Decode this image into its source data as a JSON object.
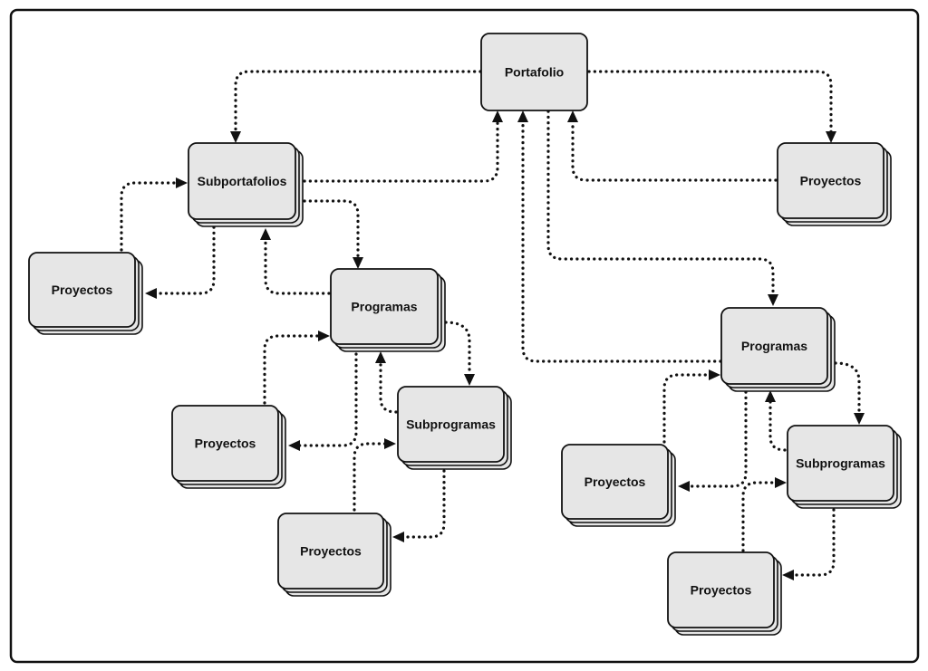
{
  "nodes": {
    "portafolio": "Portafolio",
    "subportafolios": "Subportafolios",
    "proyectos_top_right": "Proyectos",
    "proyectos_left": "Proyectos",
    "programas_left": "Programas",
    "proyectos_mid_left": "Proyectos",
    "subprogramas_left": "Subprogramas",
    "proyectos_bottom_left": "Proyectos",
    "programas_right": "Programas",
    "proyectos_mid_right": "Proyectos",
    "subprogramas_right": "Subprogramas",
    "proyectos_bottom_right": "Proyectos"
  },
  "colors": {
    "box_fill": "#e6e6e6",
    "stroke": "#111111",
    "background": "#ffffff"
  }
}
